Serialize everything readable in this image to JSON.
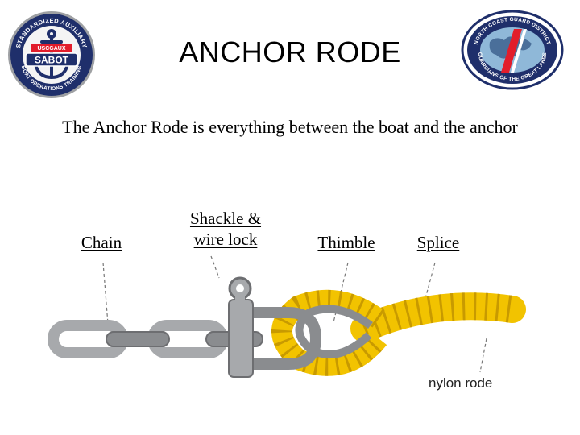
{
  "slide": {
    "title": "ANCHOR RODE",
    "subtitle": "The Anchor Rode is everything between the boat and the anchor"
  },
  "labels": {
    "chain": "Chain",
    "shackle": "Shackle & wire lock",
    "thimble": "Thimble",
    "splice": "Splice",
    "rode": "nylon rode"
  },
  "logos": {
    "left": {
      "text_top": "STANDARDIZED AUXILIARY",
      "text_mid": "USCGAUX",
      "text_badge": "SABOT",
      "text_bottom": "BOAT OPERATIONS TRAINING"
    },
    "right": {
      "text_top": "NORTH COAST GUARD DISTRICT",
      "text_bottom": "GUARDIANS OF THE GREAT LAKES"
    }
  },
  "colors": {
    "chain": "#a7a9ac",
    "chain_dark": "#6d6e71",
    "rope": "#f2c300",
    "rope_dark": "#c89a00",
    "thimble": "#8a8c8f"
  }
}
